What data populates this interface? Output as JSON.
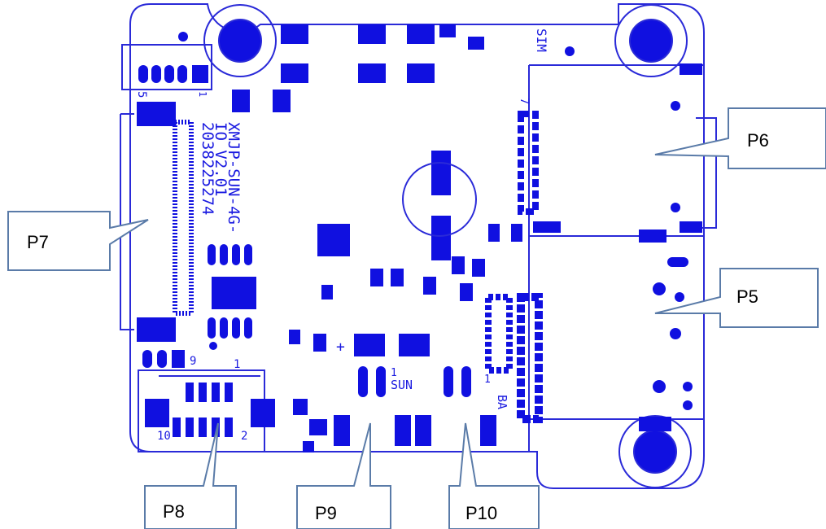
{
  "colors": {
    "copper": "#1010e0",
    "outline": "#2a2ad8",
    "callout_stroke": "#5a7ba8",
    "callout_fill": "#ffffff"
  },
  "silkscreen": {
    "board_line1": "XMJP-SUN-4G-",
    "board_line2": "IO V2.01",
    "board_line3": "2038225274",
    "sim_label": "SIM",
    "sun_label": "SUN",
    "ba_label": "BA",
    "pin5": "5",
    "pin1_top": "1",
    "pin7": "7",
    "pin9": "9",
    "pin1_mid": "1",
    "pin10": "10",
    "pin2": "2",
    "pin1_sun": "1",
    "pin1_ba": "1",
    "plus_left": "+",
    "plus_cap": "+"
  },
  "callouts": [
    {
      "id": "P6",
      "label": "P6"
    },
    {
      "id": "P7",
      "label": "P7"
    },
    {
      "id": "P5",
      "label": "P5"
    },
    {
      "id": "P8",
      "label": "P8"
    },
    {
      "id": "P9",
      "label": "P9"
    },
    {
      "id": "P10",
      "label": "P10"
    }
  ]
}
